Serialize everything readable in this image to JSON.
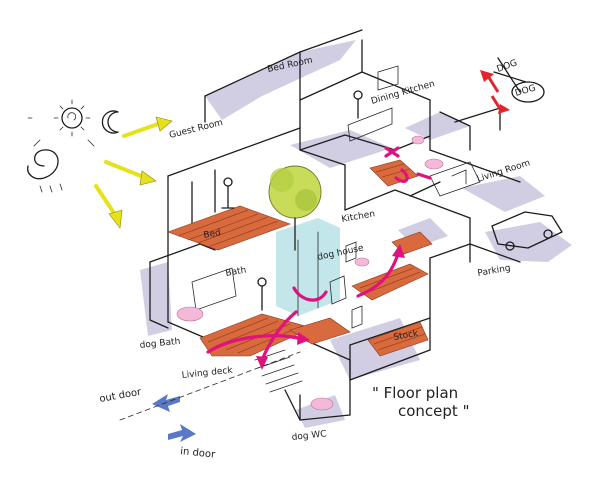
{
  "labels": {
    "bed_room": "Bed Room",
    "guest_room": "Guest Room",
    "dining_kitchen": "Dining Kitchen",
    "living_room": "Living Room",
    "kitchen": "Kitchen",
    "bed": "Bed",
    "bath": "Bath",
    "dog_house": "dog house",
    "dog_bath": "dog Bath",
    "living_deck": "Living deck",
    "stock": "Stock",
    "parking": "Parking",
    "dog_wc": "dog WC",
    "out_door": "out door",
    "in_door": "in door",
    "concept_line1": "\" Floor plan",
    "concept_line2": "concept \"",
    "dog_crossed": "DOG",
    "dog_circled": "DOG"
  },
  "colors": {
    "deck": "#d96a3e",
    "flow_arrow": "#e0127c",
    "sun_arrow": "#e6e21a",
    "door_arrow": "#5a78c8",
    "dog_arrow": "#e3242b",
    "shadow": "#c9c6df"
  },
  "icons": {
    "sun": "sun-icon",
    "moon": "moon-icon",
    "wind": "wind-swirl-icon",
    "tree": "tree-icon",
    "car": "car-icon"
  }
}
